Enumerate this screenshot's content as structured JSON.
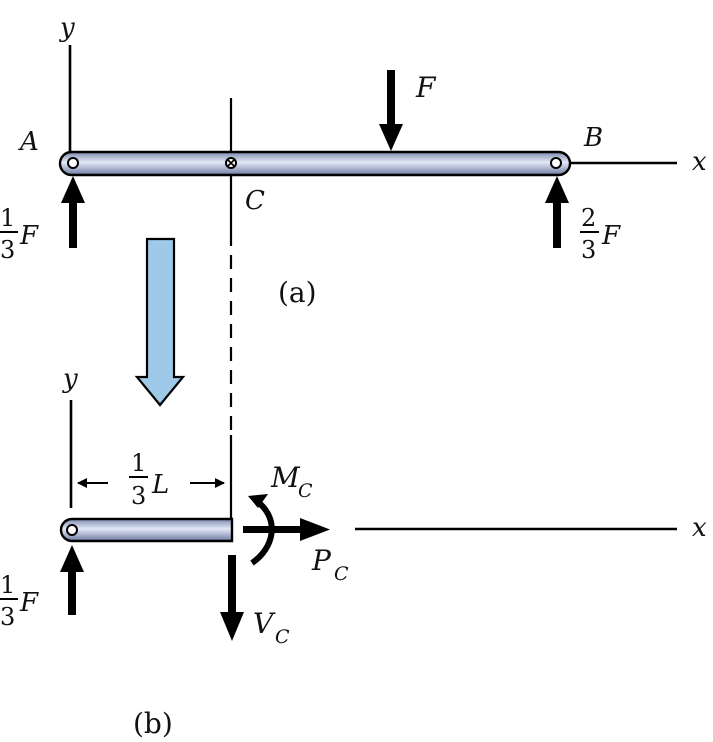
{
  "figure_a": {
    "axis_y_label": "y",
    "axis_x_label": "x",
    "point_a_label": "A",
    "point_b_label": "B",
    "point_c_label": "C",
    "load_label": "F",
    "reaction_a": {
      "numerator": "1",
      "denominator": "3",
      "symbol": "F"
    },
    "reaction_b": {
      "numerator": "2",
      "denominator": "3",
      "symbol": "F"
    },
    "caption": "(a)"
  },
  "figure_b": {
    "axis_y_label": "y",
    "axis_x_label": "x",
    "length": {
      "numerator": "1",
      "denominator": "3",
      "symbol": "L"
    },
    "moment": {
      "symbol": "M",
      "subscript": "C"
    },
    "axial": {
      "symbol": "P",
      "subscript": "C"
    },
    "shear": {
      "symbol": "V",
      "subscript": "C"
    },
    "reaction_a": {
      "numerator": "1",
      "denominator": "3",
      "symbol": "F"
    },
    "caption": "(b)"
  },
  "colors": {
    "beam_fill": "#8f9cc2",
    "beam_highlight": "#dfe5f5",
    "transition_arrow": "#9ec9e8"
  }
}
